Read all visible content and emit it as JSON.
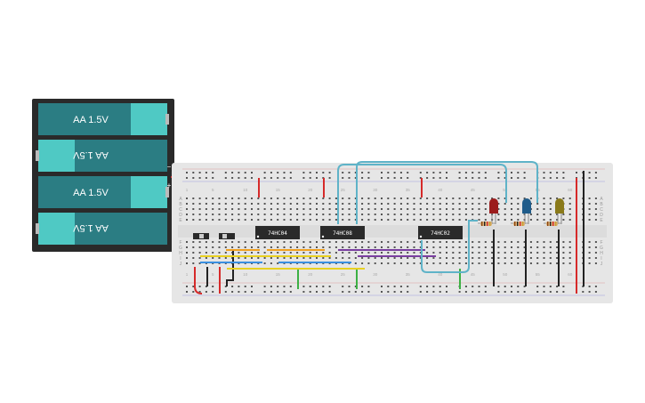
{
  "battery_pack": {
    "cells": [
      {
        "label": "AA 1.5V",
        "orientation": "normal"
      },
      {
        "label": "AA 1.5V",
        "orientation": "flipped"
      },
      {
        "label": "AA 1.5V",
        "orientation": "normal"
      },
      {
        "label": "AA 1.5V",
        "orientation": "flipped"
      }
    ],
    "terminal_plus": "+",
    "terminal_minus": "−"
  },
  "breadboard": {
    "row_letters_top": [
      "A",
      "B",
      "C",
      "D",
      "E"
    ],
    "row_letters_bottom": [
      "F",
      "G",
      "H",
      "I",
      "J"
    ],
    "column_numbers": [
      "1",
      "5",
      "10",
      "15",
      "20",
      "25",
      "30",
      "35",
      "40",
      "45",
      "50",
      "55",
      "60"
    ]
  },
  "chips": [
    {
      "label": "74HC04"
    },
    {
      "label": "74HC08"
    },
    {
      "label": "74HC02"
    }
  ],
  "switches": [
    {
      "name": "slide-switch-1"
    },
    {
      "name": "slide-switch-2"
    }
  ],
  "leds": [
    {
      "color_name": "red",
      "color": "#9b1c1c"
    },
    {
      "color_name": "blue",
      "color": "#1f5c8a"
    },
    {
      "color_name": "yellow",
      "color": "#8a7a1a"
    }
  ],
  "colors": {
    "battery_body": "#2b7d83",
    "battery_cap": "#4fc9c4",
    "battery_case": "#2a2a2a",
    "board": "#e6e6e6",
    "chip": "#2a2a2a",
    "wire_red": "#d62a2a",
    "wire_black": "#222222",
    "wire_cyan": "#5fb3c8",
    "wire_green": "#3cb043",
    "wire_orange": "#f0a020",
    "wire_yellow": "#e8d020",
    "wire_purple": "#7a3fa0",
    "wire_blue": "#3a8fe0"
  }
}
